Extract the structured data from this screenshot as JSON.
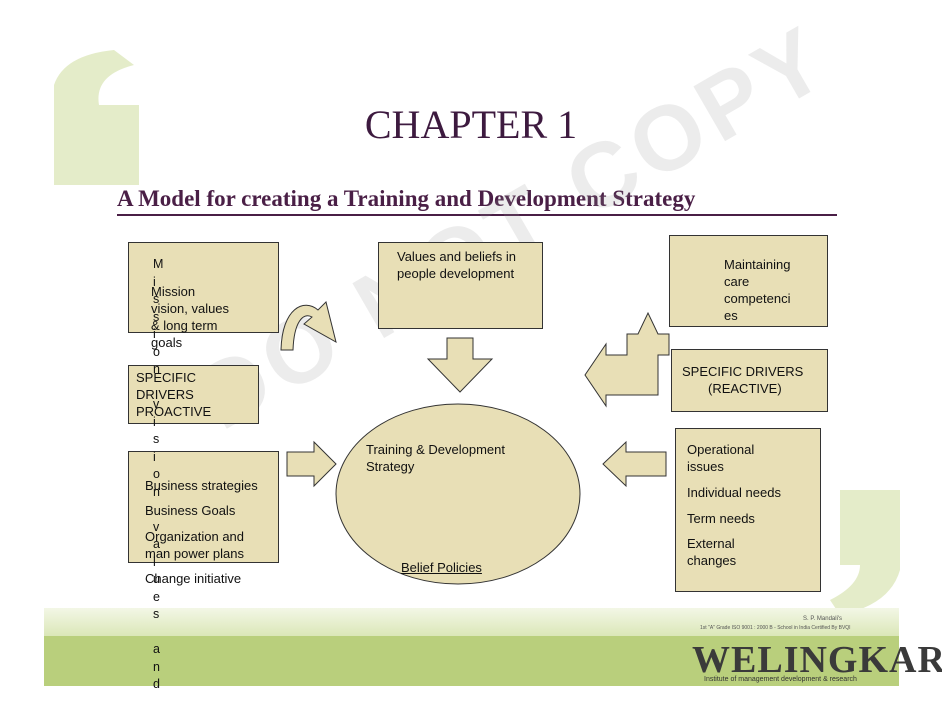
{
  "slide": {
    "title": "CHAPTER 1",
    "subtitle": "A Model for creating a Training and Development Strategy",
    "watermark": "DO NOT COPY"
  },
  "boxes": {
    "mission": {
      "lines": [
        "Mission",
        "vision, values",
        "& long term",
        "goals"
      ]
    },
    "vertical_text": "M\ni\ns\ns\ni\no\nn\n \nv\ni\ns\ni\no\nn\n \nv\na\nl\nu\ne\ns\n \na\nn\nd",
    "values_beliefs": {
      "lines": [
        "Values and beliefs in",
        "people development"
      ]
    },
    "maintaining": {
      "lines": [
        "Maintaining",
        "care",
        "competenci",
        "es"
      ]
    },
    "drivers_proactive": {
      "lines": [
        "SPECIFIC",
        "DRIVERS",
        "PROACTIVE"
      ]
    },
    "drivers_reactive": {
      "lines": [
        "SPECIFIC DRIVERS",
        "(REACTIVE)"
      ]
    },
    "business": {
      "lines": [
        "Business strategies",
        "Business Goals",
        "Organization and",
        "man power plans",
        "Change initiative"
      ]
    },
    "strategy": {
      "lines": [
        "Training & Development",
        "Strategy"
      ],
      "footer": "Belief Policies"
    },
    "operational": {
      "lines": [
        "Operational",
        "issues",
        "Individual needs",
        "Term needs",
        "External",
        "changes"
      ]
    }
  },
  "logo": {
    "name": "WELINGKAR",
    "top": "S. P. Mandali's",
    "line": "1st \"A\" Grade ISO 9001 : 2000 B - School in India Certified By BVQI",
    "sub": "Institute of management development & research"
  },
  "colors": {
    "box_fill": "#e8dfb6",
    "title_color": "#3d1a3f",
    "footer_green": "#b9cf7c",
    "quote_green": "#c9dc95"
  }
}
